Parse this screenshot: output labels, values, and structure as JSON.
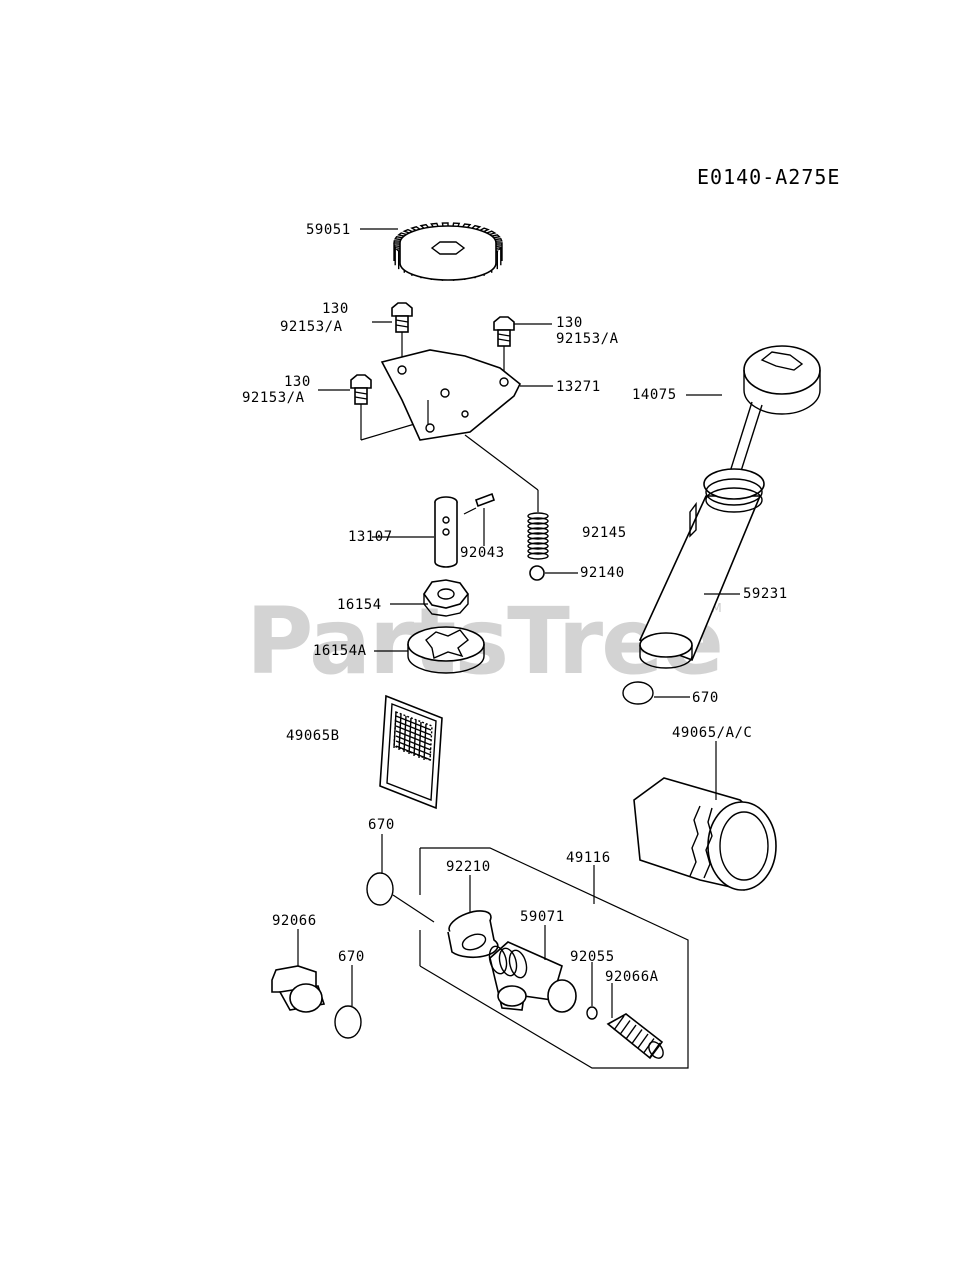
{
  "diagram_code": "E0140-A275E",
  "watermark": {
    "text": "PartsTree",
    "trademark": "TM"
  },
  "labels": {
    "p59051": "59051",
    "p130_a": "130",
    "p92153_a": "92153/A",
    "p130_b": "130",
    "p92153_b": "92153/A",
    "p130_c": "130",
    "p92153_c": "92153/A",
    "p13271": "13271",
    "p14075": "14075",
    "p13107": "13107",
    "p92043": "92043",
    "p92145": "92145",
    "p92140": "92140",
    "p59231": "59231",
    "p16154": "16154",
    "p16154A": "16154A",
    "p670_a": "670",
    "p49065B": "49065B",
    "p49065AC": "49065/A/C",
    "p670_b": "670",
    "p49116": "49116",
    "p92210": "92210",
    "p59071": "59071",
    "p92066": "92066",
    "p670_c": "670",
    "p92055": "92055",
    "p92066A": "92066A"
  }
}
